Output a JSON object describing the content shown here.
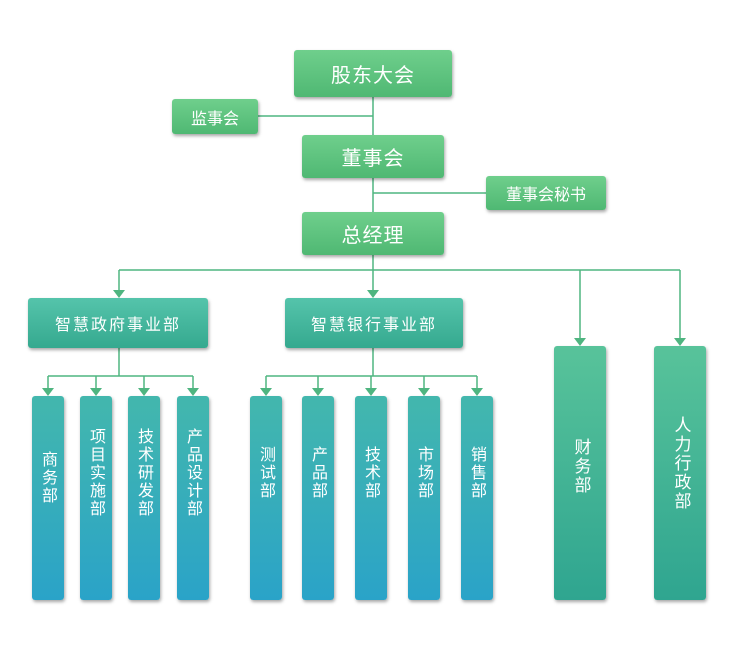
{
  "top": {
    "shareholders": "股东大会",
    "supervisors": "监事会",
    "board": "董事会",
    "secretary": "董事会秘书",
    "ceo": "总经理"
  },
  "divisions": {
    "gov": {
      "name": "智慧政府事业部",
      "depts": [
        "商务部",
        "项目实施部",
        "技术研发部",
        "产品设计部"
      ]
    },
    "bank": {
      "name": "智慧银行事业部",
      "depts": [
        "测试部",
        "产品部",
        "技术部",
        "市场部",
        "销售部"
      ]
    },
    "finance": "财务部",
    "hr": "人力行政部"
  },
  "colors": {
    "green": "#5cc27e",
    "teal": "#43b59b",
    "blue": "#2aa3c8",
    "line": "#4fb580"
  }
}
